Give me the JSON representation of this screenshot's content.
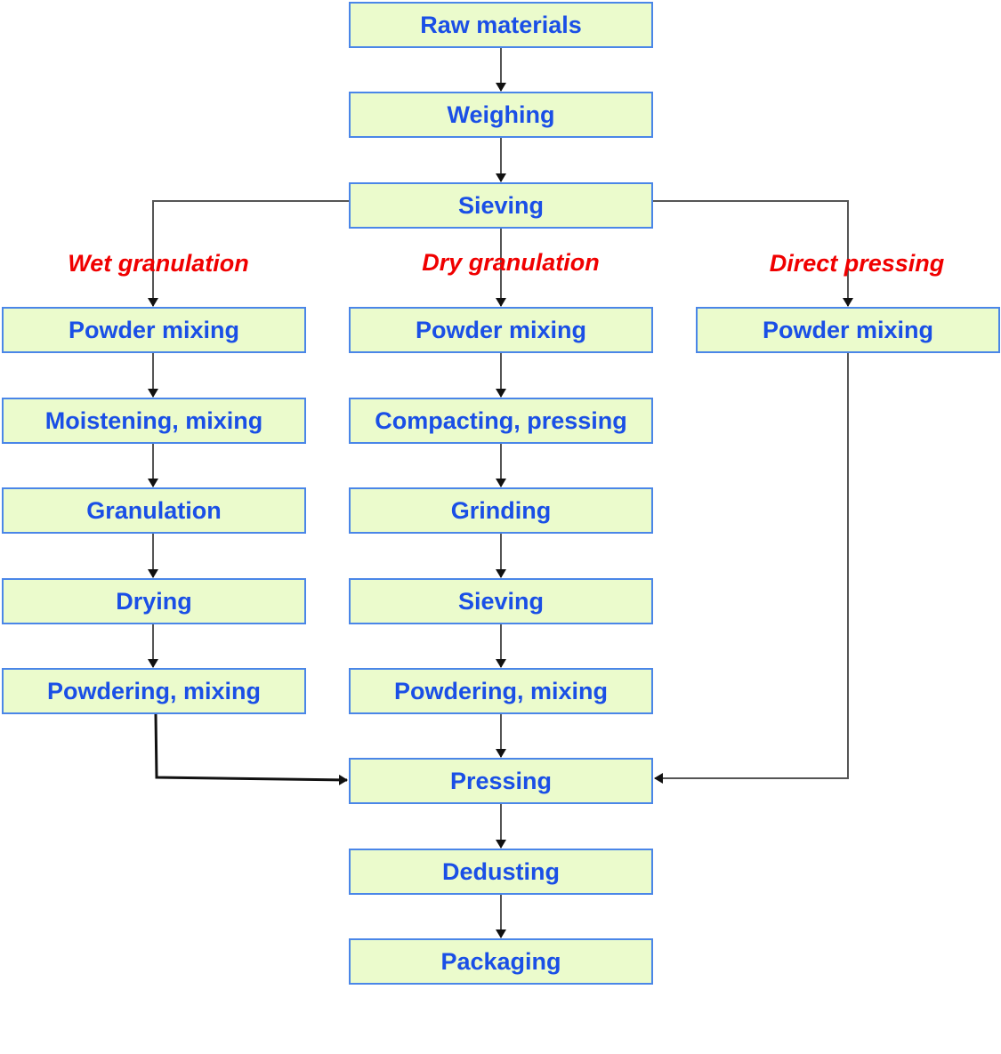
{
  "title": "Tablet manufacturing process flow",
  "colors": {
    "box_fill": "#ebfbcc",
    "box_border": "#4a86e8",
    "box_text": "#1a4fe6",
    "label_text": "#f00000",
    "line": "#555555"
  },
  "common_steps": {
    "raw_materials": "Raw materials",
    "weighing": "Weighing",
    "sieving": "Sieving",
    "pressing": "Pressing",
    "dedusting": "Dedusting",
    "packaging": "Packaging"
  },
  "branches": {
    "wet": {
      "label": "Wet granulation",
      "steps": [
        "Powder mixing",
        "Moistening, mixing",
        "Granulation",
        "Drying",
        "Powdering, mixing"
      ]
    },
    "dry": {
      "label": "Dry granulation",
      "steps": [
        "Powder mixing",
        "Compacting, pressing",
        "Grinding",
        "Sieving",
        "Powdering, mixing"
      ]
    },
    "direct": {
      "label": "Direct pressing",
      "steps": [
        "Powder mixing"
      ]
    }
  }
}
